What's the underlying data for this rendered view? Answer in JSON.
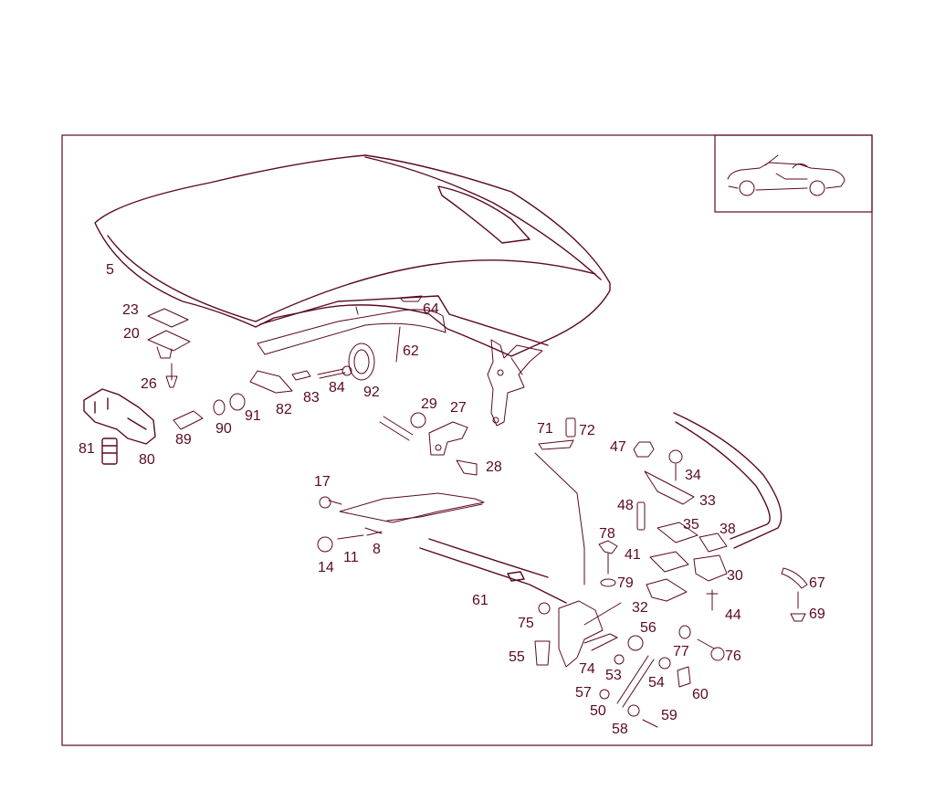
{
  "colors": {
    "ink": "#5a0a1e",
    "background": "#ffffff"
  },
  "diagram": {
    "callouts": [
      "5",
      "23",
      "20",
      "26",
      "81",
      "80",
      "89",
      "90",
      "91",
      "82",
      "83",
      "84",
      "92",
      "64",
      "62",
      "29",
      "27",
      "28",
      "71",
      "72",
      "47",
      "34",
      "33",
      "48",
      "35",
      "38",
      "78",
      "41",
      "79",
      "30",
      "67",
      "44",
      "69",
      "17",
      "14",
      "11",
      "8",
      "61",
      "75",
      "55",
      "74",
      "32",
      "56",
      "77",
      "76",
      "53",
      "54",
      "57",
      "60",
      "50",
      "58",
      "59"
    ]
  }
}
